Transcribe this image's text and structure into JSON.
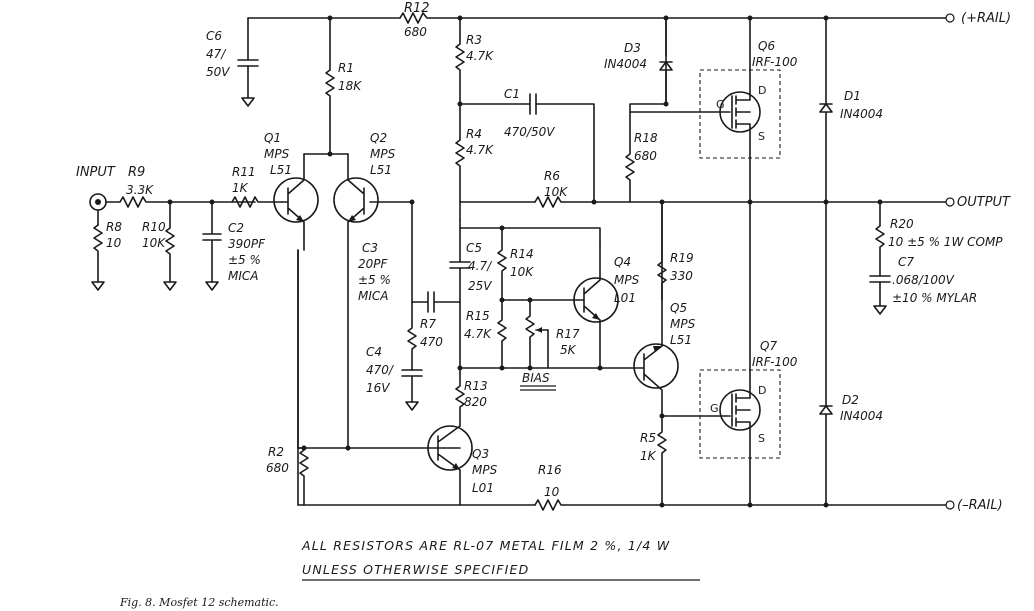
{
  "rails": {
    "pos": "(+RAIL)",
    "neg": "(–RAIL)",
    "output": "OUTPUT",
    "input": "INPUT"
  },
  "resistors": {
    "r1": [
      "R1",
      "18K"
    ],
    "r2": [
      "R2",
      "680"
    ],
    "r3": [
      "R3",
      "4.7K"
    ],
    "r4": [
      "R4",
      "4.7K"
    ],
    "r5": [
      "R5",
      "1K"
    ],
    "r6": [
      "R6",
      "10K"
    ],
    "r7": [
      "R7",
      "470"
    ],
    "r8": [
      "R8",
      "10"
    ],
    "r9": [
      "R9",
      "3.3K"
    ],
    "r10": [
      "R10",
      "10K"
    ],
    "r11": [
      "R11",
      "1K"
    ],
    "r12": [
      "R12",
      "680"
    ],
    "r13": [
      "R13",
      "820"
    ],
    "r14": [
      "R14",
      "10K"
    ],
    "r15": [
      "R15",
      "4.7K"
    ],
    "r16": [
      "R16",
      "10"
    ],
    "r17": [
      "R17",
      "5K"
    ],
    "r18": [
      "R18",
      "680"
    ],
    "r19": [
      "R19",
      "330"
    ],
    "r20": [
      "R20",
      "10 ±5 %  1W COMP"
    ]
  },
  "capacitors": {
    "c1": [
      "C1",
      "470/50V"
    ],
    "c2": [
      "C2",
      "390PF",
      "±5 %",
      "MICA"
    ],
    "c3": [
      "C3",
      "20PF",
      "±5 %",
      "MICA"
    ],
    "c4": [
      "C4",
      "470/",
      "16V"
    ],
    "c5": [
      "C5",
      "4.7/",
      "25V"
    ],
    "c6": [
      "C6",
      "47/",
      "50V"
    ],
    "c7": [
      "C7",
      ".068/100V",
      "±10 % MYLAR"
    ]
  },
  "transistors": {
    "q1": [
      "Q1",
      "MPS",
      "L51"
    ],
    "q2": [
      "Q2",
      "MPS",
      "L51"
    ],
    "q3": [
      "Q3",
      "MPS",
      "L01"
    ],
    "q4": [
      "Q4",
      "MPS",
      "L01"
    ],
    "q5": [
      "Q5",
      "MPS",
      "L51"
    ],
    "q6": [
      "Q6",
      "IRF-100"
    ],
    "q7": [
      "Q7",
      "IRF-100"
    ]
  },
  "diodes": {
    "d1": [
      "D1",
      "IN4004"
    ],
    "d2": [
      "D2",
      "IN4004"
    ],
    "d3": [
      "D3",
      "IN4004"
    ]
  },
  "pins": {
    "g": "G",
    "d": "D",
    "s": "S"
  },
  "bias_label": "BIAS",
  "notes": {
    "line1": "ALL RESISTORS ARE  RL-07 METAL FILM  2 %,  1/4 W",
    "line2": "UNLESS  OTHERWISE  SPECIFIED"
  },
  "caption": "Fig. 8. Mosfet 12 schematic."
}
